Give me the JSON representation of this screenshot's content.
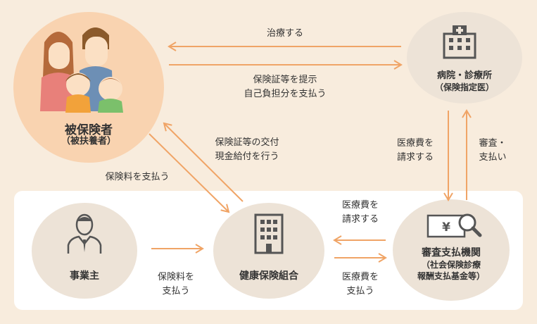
{
  "nodes": {
    "insured": {
      "title": "被保険者",
      "subtitle": "（被扶養者）"
    },
    "hospital": {
      "title": "病院・診療所",
      "subtitle": "（保険指定医）"
    },
    "employer": {
      "title": "事業主"
    },
    "union": {
      "title": "健康保険組合"
    },
    "review": {
      "title": "審査支払機関",
      "subtitle_line1": "（社会保険診療",
      "subtitle_line2": "報酬支払基金等）"
    }
  },
  "labels": {
    "treatment": "治療する",
    "present_card_line1": "保険証等を提示",
    "present_card_line2": "自己負担分を支払う",
    "issue_card_line1": "保険証等の交付",
    "issue_card_line2": "現金給付を行う",
    "pay_premium_insured": "保険料を支払う",
    "claim_hospital_line1": "医療費を",
    "claim_hospital_line2": "請求する",
    "review_pay_line1": "審査・",
    "review_pay_line2": "支払い",
    "employer_premium_line1": "保険料を",
    "employer_premium_line2": "支払う",
    "claim_review_line1": "医療費を",
    "claim_review_line2": "請求する",
    "pay_review_line1": "医療費を",
    "pay_review_line2": "支払う"
  },
  "icons": {
    "money_symbol": "¥"
  },
  "colors": {
    "background": "#f8ecdd",
    "panel": "#ffffff",
    "arrow": "#f0a466",
    "insured_circle": "#f9d3b0",
    "node_circle": "#ede3d7",
    "text": "#333333",
    "icon": "#555555"
  }
}
